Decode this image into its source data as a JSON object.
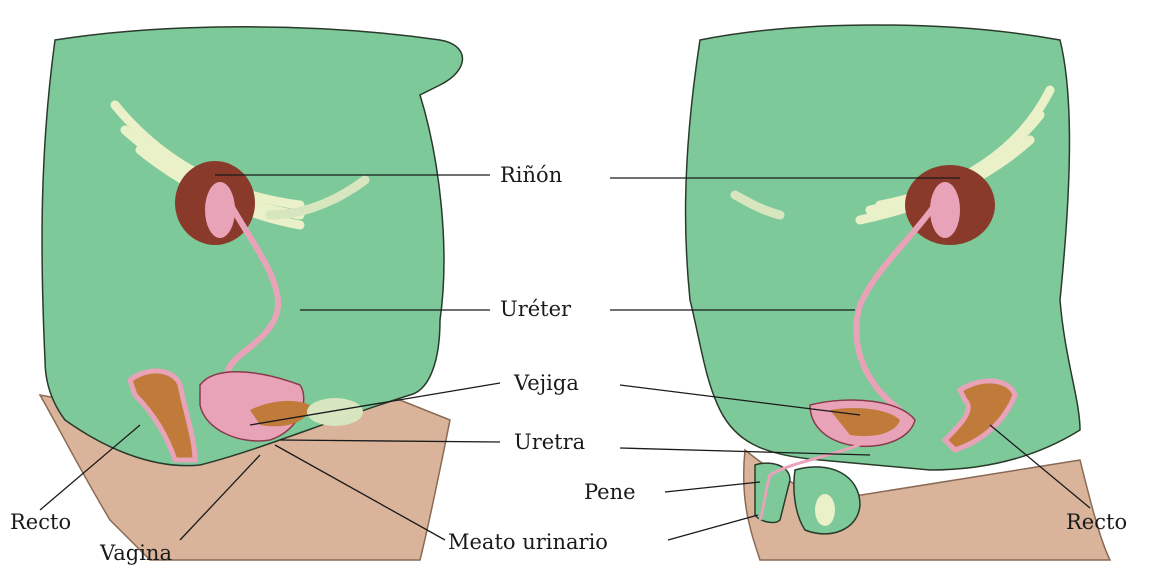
{
  "labels": {
    "rinon": "Riñón",
    "ureter": "Uréter",
    "vejiga": "Vejiga",
    "uretra": "Uretra",
    "pene": "Pene",
    "recto_left": "Recto",
    "recto_right": "Recto",
    "vagina": "Vagina",
    "meato": "Meato urinario"
  },
  "colors": {
    "body_green": "#7dc99a",
    "skin": "#d9b39a",
    "kidney": "#8a3a2a",
    "ureter_pink": "#e8a3b8",
    "rib": "#eaf0c8",
    "rectum": "#c07a3a"
  }
}
